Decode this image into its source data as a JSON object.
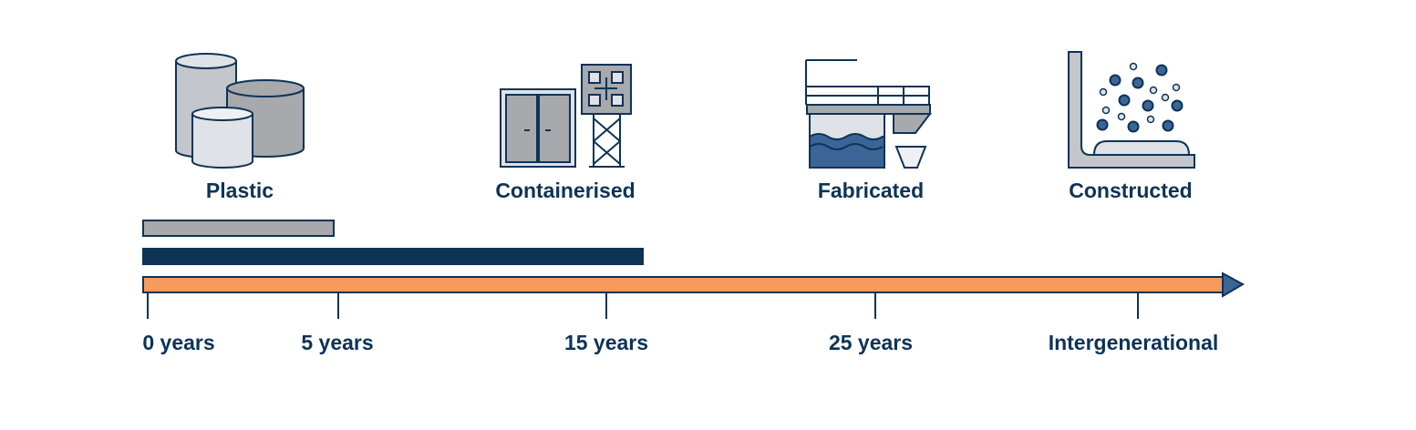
{
  "categories": [
    {
      "label": "Plastic",
      "icon": "plastic-tanks-icon"
    },
    {
      "label": "Containerised",
      "icon": "container-unit-icon"
    },
    {
      "label": "Fabricated",
      "icon": "fabricated-tank-icon"
    },
    {
      "label": "Constructed",
      "icon": "constructed-basin-icon"
    }
  ],
  "timeline": {
    "ticks": [
      "0 years",
      "5 years",
      "15 years",
      "25 years",
      "Intergenerational"
    ],
    "bars": [
      {
        "name": "plastic-lifespan",
        "from": "0 years",
        "to": "5 years",
        "color": "#a7a9ac"
      },
      {
        "name": "containerised-lifespan",
        "from": "0 years",
        "to": "15 years+",
        "color": "#0d3357"
      },
      {
        "name": "fabricated-constructed-lifespan",
        "from": "0 years",
        "to": "Intergenerational",
        "color": "#f79a5a"
      }
    ]
  },
  "colors": {
    "navy": "#0d3357",
    "grey": "#a7a9ac",
    "light_grey": "#dfe2e6",
    "orange": "#f79a5a",
    "water": "#3a6596"
  }
}
